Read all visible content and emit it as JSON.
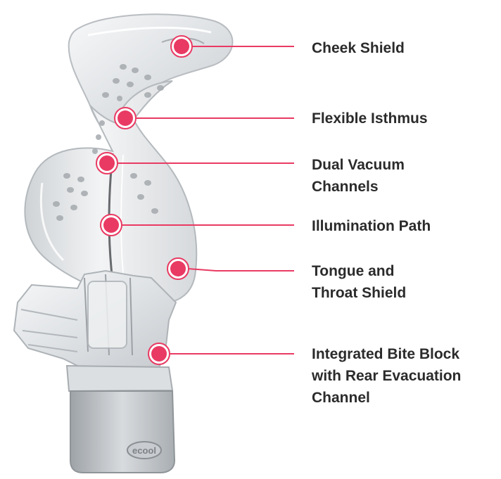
{
  "accent_color": "#e93a63",
  "callouts": [
    {
      "id": "cheek-shield",
      "label": "Cheek Shield"
    },
    {
      "id": "flexible-isthmus",
      "label": "Flexible Isthmus"
    },
    {
      "id": "dual-vacuum-channels",
      "label": "Dual Vacuum\nChannels"
    },
    {
      "id": "illumination-path",
      "label": "Illumination Path"
    },
    {
      "id": "tongue-throat-shield",
      "label": "Tongue and\nThroat Shield"
    },
    {
      "id": "integrated-bite-block",
      "label": "Integrated Bite Block\nwith Rear Evacuation\nChannel"
    }
  ],
  "device_embossing": {
    "brand_mark": "ecool"
  }
}
